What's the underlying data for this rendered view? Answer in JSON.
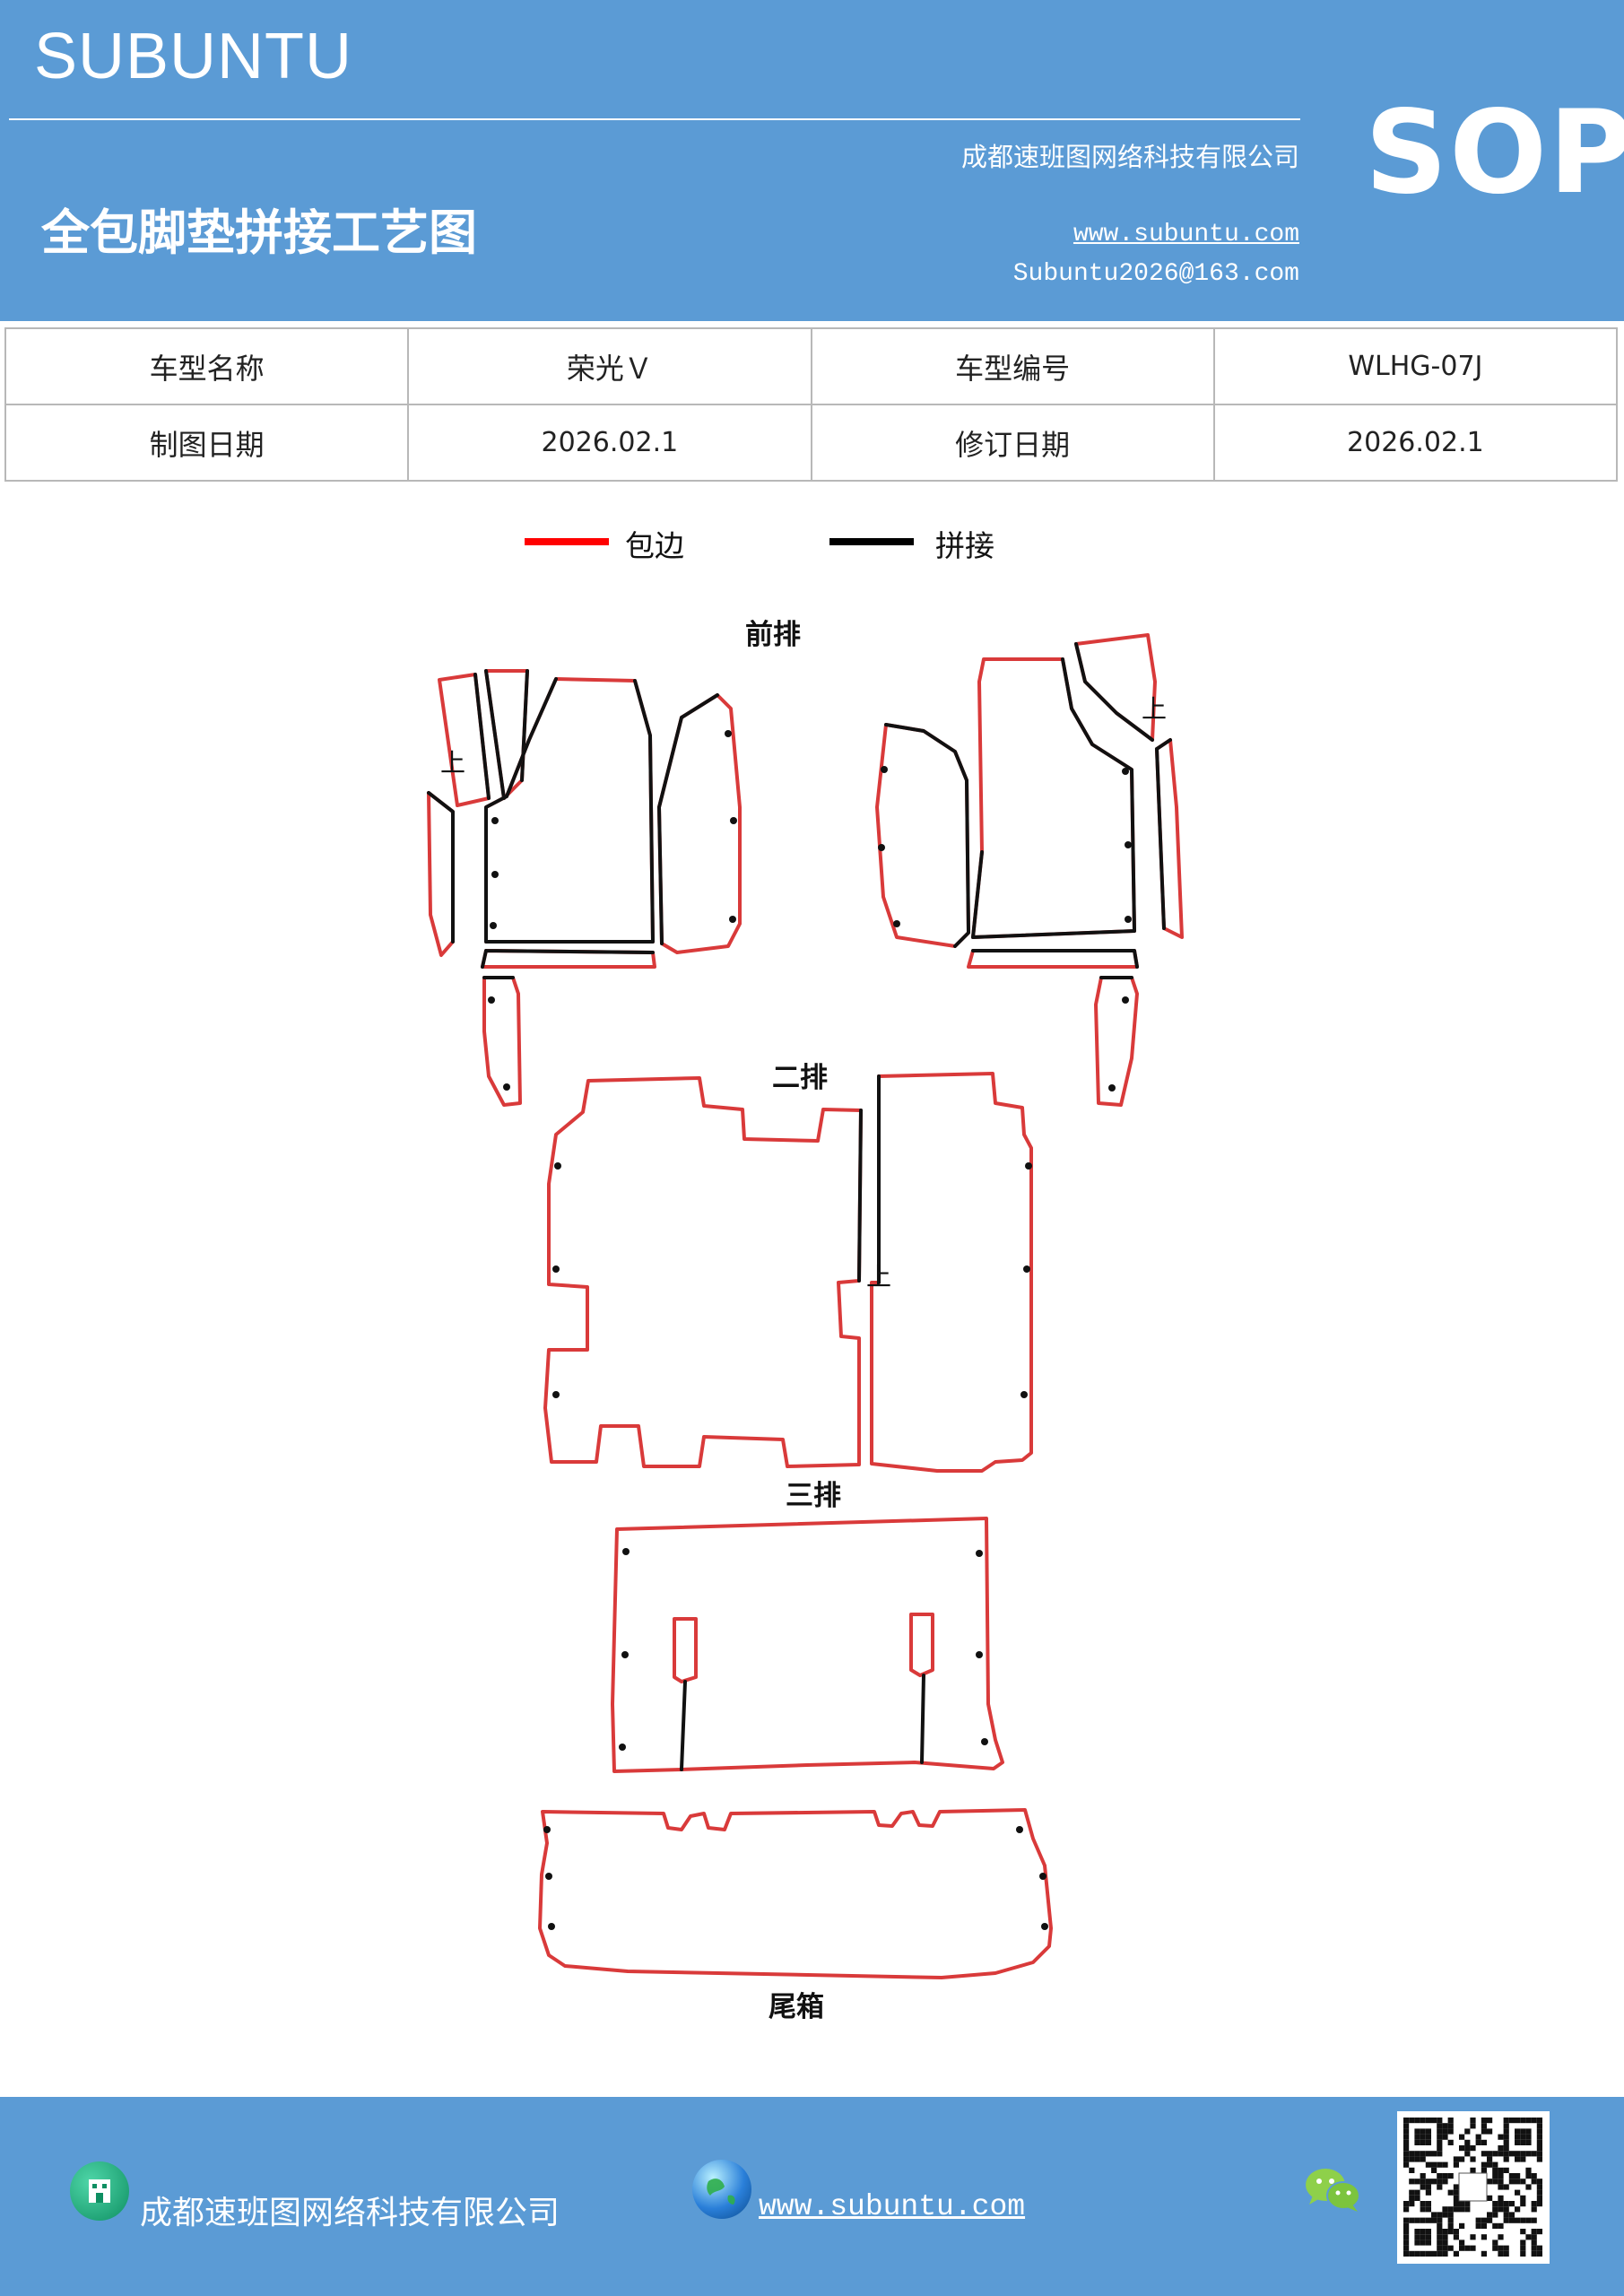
{
  "header": {
    "brand": "SUBUNTU",
    "company": "成都速班图网络科技有限公司",
    "title": "全包脚垫拼接工艺图",
    "website": "www.subuntu.com",
    "email": "Subuntu2026@163.com",
    "sop": "SOP"
  },
  "info_table": {
    "model_name_label": "车型名称",
    "model_name_value": "荣光Ｖ",
    "model_code_label": "车型编号",
    "model_code_value": "WLHG-07J",
    "draw_date_label": "制图日期",
    "draw_date_value": "2026.02.1",
    "revise_date_label": "修订日期",
    "revise_date_value": "2026.02.1"
  },
  "legend": {
    "edge_label": "包边",
    "edge_color": "#ff0000",
    "join_label": "拼接",
    "join_color": "#000000"
  },
  "sections": {
    "front": "前排",
    "second": "二排",
    "third": "三排",
    "trunk": "尾箱",
    "up_marker": "上"
  },
  "footer": {
    "company": "成都速班图网络科技有限公司",
    "website": "www.subuntu.com",
    "company_icon": "building-icon",
    "website_icon": "globe-icon",
    "wechat_icon": "wechat-icon"
  },
  "colors": {
    "header_bg": "#5b9bd5",
    "mat_edge": "#d93a3a",
    "mat_join": "#111111"
  }
}
